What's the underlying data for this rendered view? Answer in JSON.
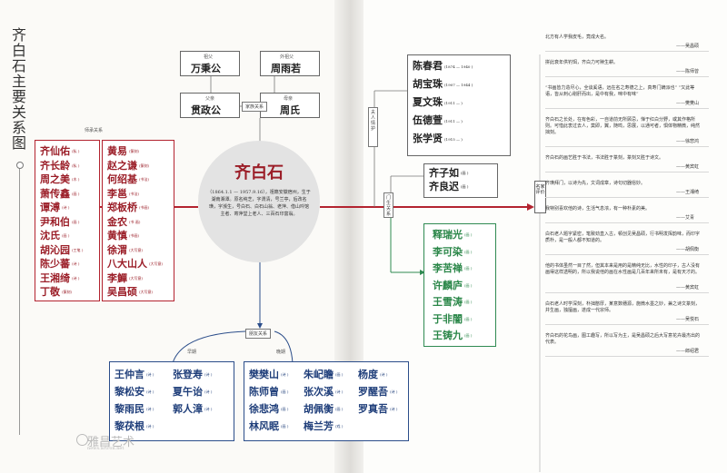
{
  "title": "齐白石主要关系图",
  "family": {
    "grandfather": {
      "role": "祖父",
      "name": "万秉公"
    },
    "maternal_grandfather": {
      "role": "外祖父",
      "name": "周雨若"
    },
    "father": {
      "role": "父亲",
      "name": "贯政公"
    },
    "mother": {
      "role": "母亲",
      "name": "周氏"
    },
    "label": "家族关系"
  },
  "center": {
    "name": "齐白石",
    "desc": "（1864.1.1 — 1957.9.16），祖籍安徽宿州，生于湖南湘潭。原名纯芝，字渭清，号兰亭，后改名璜，字濒生，号白石、白石山翁、老萍、借山吟馆主者、寄萍堂上老人、三百石印富翁。"
  },
  "teachers": {
    "label": "师承关系",
    "left": [
      {
        "name": "齐仙佑",
        "note": "(私 )"
      },
      {
        "name": "齐长龄",
        "note": "(私 )"
      },
      {
        "name": "周之美",
        "note": "(木 )"
      },
      {
        "name": "萧传鑫",
        "note": "(画 )"
      },
      {
        "name": "谭溥",
        "note": "(诗 )"
      },
      {
        "name": "尹和伯",
        "note": "(画 )"
      },
      {
        "name": "沈氏",
        "note": "(画 )"
      },
      {
        "name": "胡沁园",
        "note": "(工笔 )"
      },
      {
        "name": "陈少蕃",
        "note": "(诗 )"
      },
      {
        "name": "王湘绮",
        "note": "(诗 )"
      },
      {
        "name": "丁敬",
        "note": "(篆刻)"
      }
    ],
    "right": [
      {
        "name": "黄易",
        "note": "(篆刻)"
      },
      {
        "name": "赵之谦",
        "note": "(篆刻)"
      },
      {
        "name": "何绍基",
        "note": "(书法)"
      },
      {
        "name": "李邕",
        "note": "(书法)"
      },
      {
        "name": "郑板桥",
        "note": "(书画)"
      },
      {
        "name": "金农",
        "note": "(书 画)"
      },
      {
        "name": "黄慎",
        "note": "(书画)"
      },
      {
        "name": "徐渭",
        "note": "(大写意)"
      },
      {
        "name": "八大山人",
        "note": "(大写意)"
      },
      {
        "name": "李鱓",
        "note": "(大写意)"
      },
      {
        "name": "吴昌硕",
        "note": "(大写意)"
      }
    ]
  },
  "family_spouses": {
    "label": "夫人情护",
    "items": [
      {
        "name": "陈春君",
        "note": "(1874 — 1940 )"
      },
      {
        "name": "胡宝珠",
        "note": "(1907 — 1944 )"
      },
      {
        "name": "夏文珠",
        "note": "(1911 — )"
      },
      {
        "name": "伍德萱",
        "note": "(1911 — )"
      },
      {
        "name": "张学贤",
        "note": "(1915 — )"
      }
    ]
  },
  "sons": [
    {
      "name": "齐子如",
      "note": "(画 )"
    },
    {
      "name": "齐良迟",
      "note": "(画 )"
    }
  ],
  "students": {
    "label": "门生关系",
    "items": [
      {
        "name": "释瑞光",
        "note": "(画 )"
      },
      {
        "name": "李可染",
        "note": "(画 )"
      },
      {
        "name": "李苦禅",
        "note": "(画 )"
      },
      {
        "name": "许麟庐",
        "note": "(画 )"
      },
      {
        "name": "王雪涛",
        "note": "(画 )"
      },
      {
        "name": "于非闇",
        "note": "(画 )"
      },
      {
        "name": "王铸九",
        "note": "(画 )"
      }
    ]
  },
  "friends": {
    "label": "朋友关系",
    "early_label": "早期",
    "late_label": "晚期",
    "early": [
      {
        "name": "王仲言",
        "note": "(诗 )"
      },
      {
        "name": "张登寿",
        "note": "(诗 )"
      },
      {
        "name": "黎松安",
        "note": "(诗 )"
      },
      {
        "name": "夏午诒",
        "note": "(诗 )"
      },
      {
        "name": "黎雨民",
        "note": "(诗 )"
      },
      {
        "name": "郭人漳",
        "note": "(诗 )"
      },
      {
        "name": "黎茯根",
        "note": "(诗 )"
      }
    ],
    "late": [
      {
        "name": "樊樊山",
        "note": "(诗 )"
      },
      {
        "name": "朱屺瞻",
        "note": "(画 )"
      },
      {
        "name": "杨度",
        "note": "(诗 )"
      },
      {
        "name": "陈师曾",
        "note": "(画 )"
      },
      {
        "name": "张次溪",
        "note": "(诗 )"
      },
      {
        "name": "罗醒吾",
        "note": "(诗 )"
      },
      {
        "name": "徐悲鸿",
        "note": "(画 )"
      },
      {
        "name": "胡佩衡",
        "note": "(画 )"
      },
      {
        "name": "罗真吾",
        "note": "(诗 )"
      },
      {
        "name": "林风眠",
        "note": "(画 )"
      },
      {
        "name": "梅兰芳",
        "note": "(戏 )"
      }
    ]
  },
  "reviews": {
    "label": "名家评价",
    "items": [
      {
        "text": "北方有人学我皮毛，竟成大名。",
        "source": "——吴昌硕"
      },
      {
        "text": "拼此衰年供钓饵，齐白力可赎生耕。",
        "source": "——陈师曾"
      },
      {
        "text": "“书画皆力造尽心，全谈奚语，远在名之寿德之上，真寿门嫡派也” “又此等语，皆从刺心剐肝而出，是中有我，咪中有味”",
        "source": "——樊樊山"
      },
      {
        "text": "齐白石之长处，在有色彩，一自道前无所顾忌，惮于红白分野，或其作格所则。可惜此衷过去人，莫即，翼，随鸣，思展，以通可者，惧体物精微，纯然拙刻。",
        "source": "——徐悲鸿"
      },
      {
        "text": "齐白石的画艺胜于书法，书法胜于篆刻，篆刻又胜于诗文。",
        "source": "——黄宾虹"
      },
      {
        "text": "齐璜拜门，以诗为先，文词成章，诗句切器俗妙。",
        "source": "——王湘绮"
      },
      {
        "text": "我特别喜欢他的诗，生活气息浓，有一种朴素的美。",
        "source": "——艾青"
      },
      {
        "text": "白石老人题字紧密，笔致劲直入古，顿创见吴昌硕，行书明发挥韵味，而印字质朴，是一般人都不知道的。",
        "source": "——胡佩衡"
      },
      {
        "text": "他的书体虽然一目了然，但其本来是用的是精纯无比，水性的印子，古人没有画得这样透明的，所以我说他的画在水性画是几百年来所未有，是有天才的。",
        "source": "——黄宾虹"
      },
      {
        "text": "白石老人时学深刻，朴拙憨厚，某意数穗源，施微水墨之妙，兼之诗文篆刻，并生画，独擅画，遂成一代宗师。",
        "source": "——吴悦石"
      },
      {
        "text": "齐白石的花鸟画，图工趣写，所以写为主，是吴昌硕之后大写意花卉最杰出的代表。",
        "source": "——郎绍君"
      }
    ]
  },
  "watermark": {
    "site": "雅昌艺术",
    "url": "news.artron.net"
  }
}
